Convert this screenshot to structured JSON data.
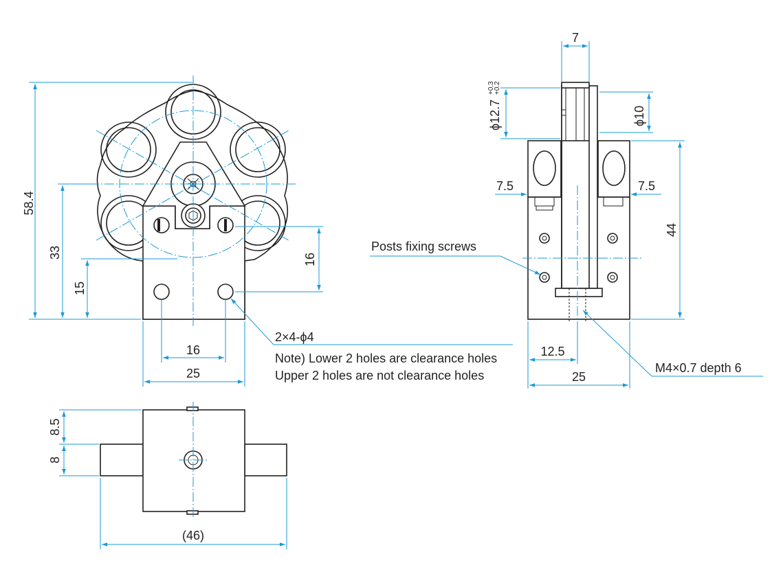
{
  "front_view": {
    "dim_height_total": "58.4",
    "dim_height_center": "33",
    "dim_height_hole": "15",
    "dim_hole_spacing_v": "16",
    "dim_hole_spacing_h": "16",
    "dim_width": "25",
    "hole_callout": "2×4-ϕ4",
    "note_line1": "Note) Lower 2 holes are clearance holes",
    "note_line2": "Upper 2 holes are not clearance holes"
  },
  "side_view": {
    "dim_thickness": "7",
    "dim_bore": "ϕ12.7",
    "dim_bore_tol_upper": "+0.3",
    "dim_bore_tol_lower": "+0.2",
    "dim_clear_aperture": "ϕ10",
    "dim_left_offset": "7.5",
    "dim_right_offset": "7.5",
    "dim_height": "44",
    "posts_label": "Posts fixing screws",
    "dim_tap_offset": "12.5",
    "dim_width": "25",
    "tap_callout": "M4×0.7 depth 6"
  },
  "bottom_view": {
    "dim_upper": "8.5",
    "dim_lower": "8",
    "dim_overall_width": "(46)"
  },
  "colors": {
    "outline": "#231f20",
    "dimension": "#1a9ad6"
  }
}
